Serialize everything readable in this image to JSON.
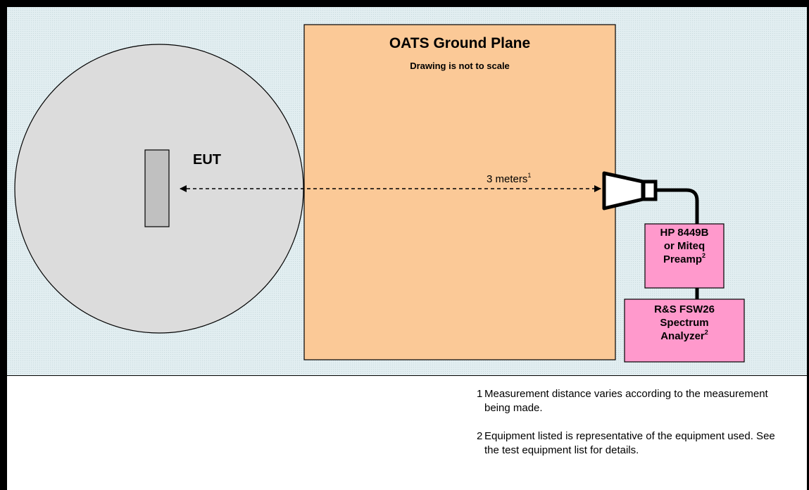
{
  "title": "OATS Ground Plane",
  "subtitle": "Drawing is not to scale",
  "eut_label": "EUT",
  "distance": {
    "text": "3 meters",
    "sup": "1"
  },
  "preamp": {
    "line1": "HP 8449B",
    "line2": "or Miteq",
    "line3": "Preamp",
    "sup": "2"
  },
  "analyzer": {
    "line1": "R&S FSW26",
    "line2": "Spectrum",
    "line3": "Analyzer",
    "sup": "2"
  },
  "notes": [
    {
      "num": "1",
      "text": "Measurement distance varies according to the measurement being made."
    },
    {
      "num": "2",
      "text": "Equipment listed is representative of the equipment used. See the test equipment list for details."
    }
  ],
  "colors": {
    "ground_plane": "#fbc997",
    "turntable": "#dcdcdc",
    "eut": "#c0c0c0",
    "equipment_box": "#ff99cc",
    "background": "#e2eef1"
  }
}
